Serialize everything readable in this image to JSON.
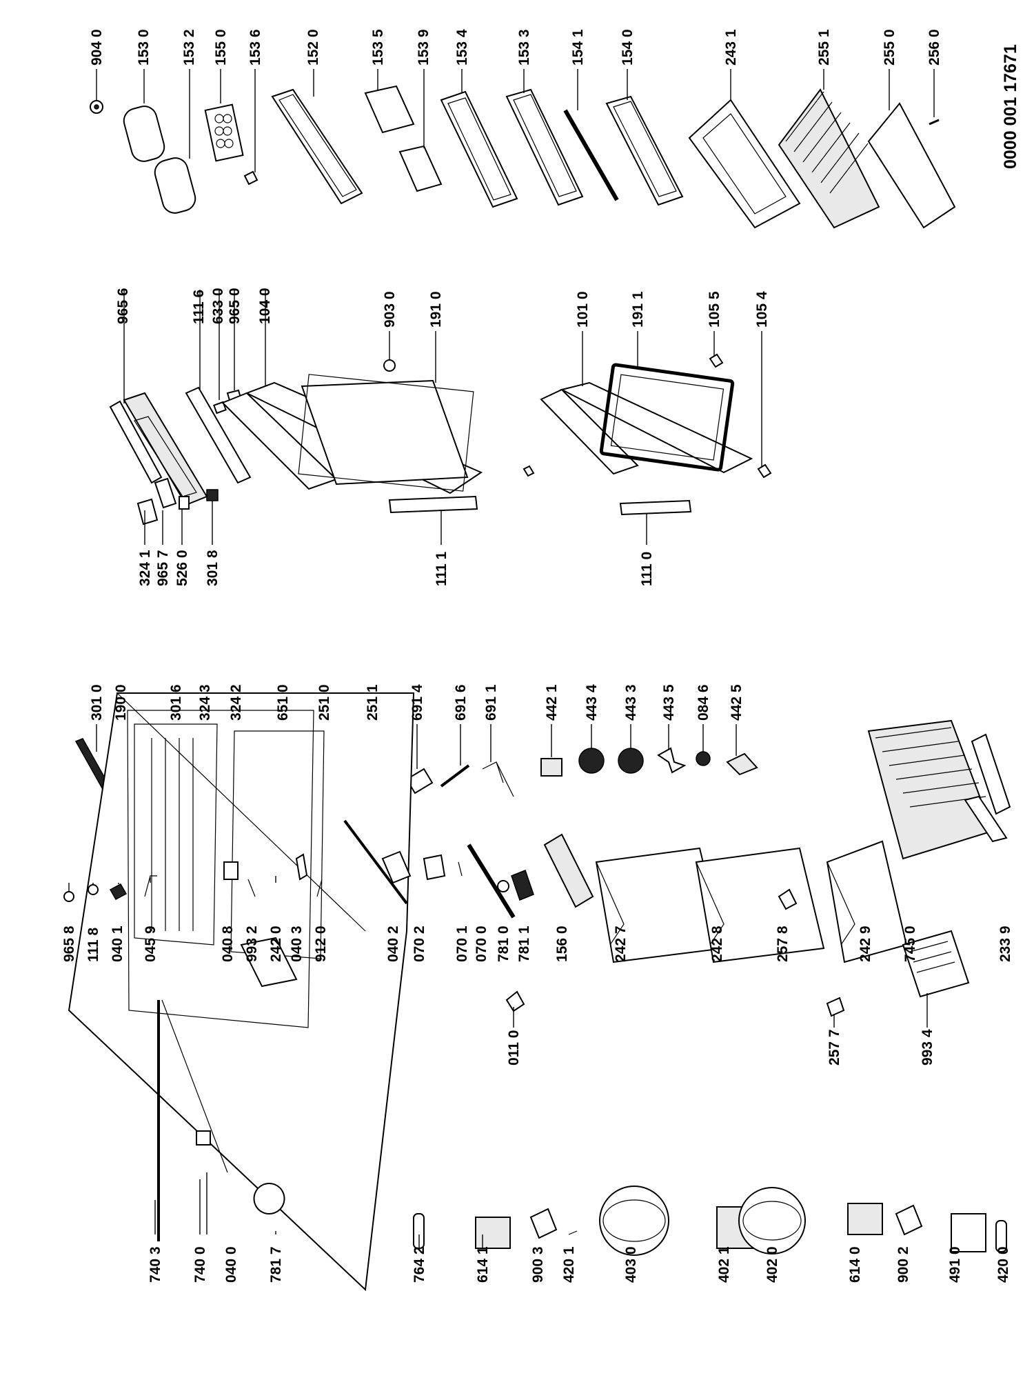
{
  "document_id": "0000 001 17671",
  "labels": {
    "top_904_0": "904 0",
    "top_153_0": "153 0",
    "top_153_2": "153 2",
    "top_155_0": "155 0",
    "top_153_6": "153 6",
    "top_152_0": "152 0",
    "top_153_5": "153 5",
    "top_153_9": "153 9",
    "top_153_4": "153 4",
    "top_153_3": "153 3",
    "top_154_1": "154 1",
    "top_154_0": "154 0",
    "top_243_1": "243 1",
    "top_255_1": "255 1",
    "top_255_0": "255 0",
    "top_256_0": "256 0",
    "door_965_6": "965 6",
    "door_111_6": "111 6",
    "door_633_0": "633 0",
    "door_965_0": "965 0",
    "door_104_0": "104 0",
    "door_903_0": "903 0",
    "door_191_0": "191 0",
    "door_101_0": "101 0",
    "door_191_1": "191 1",
    "door_105_5": "105 5",
    "door_105_4": "105 4",
    "door_324_1": "324 1",
    "door_965_7": "965 7",
    "door_526_0": "526 0",
    "door_301_8": "301 8",
    "door_111_1": "111 1",
    "door_111_0": "111 0",
    "mid_301_0": "301 0",
    "mid_190_0": "190 0",
    "mid_301_6": "301 6",
    "mid_324_3": "324 3",
    "mid_324_2": "324 2",
    "mid_651_0": "651 0",
    "mid_251_0": "251 0",
    "mid_251_1": "251 1",
    "mid_691_4": "691 4",
    "mid_691_6": "691 6",
    "mid_691_1": "691 1",
    "mid_442_1": "442 1",
    "mid_443_4": "443 4",
    "mid_443_3": "443 3",
    "mid_443_5": "443 5",
    "mid_084_6": "084 6",
    "mid_442_5": "442 5",
    "cab_965_8": "965 8",
    "cab_111_8": "111 8",
    "cab_040_1": "040 1",
    "cab_045_9": "045 9",
    "cab_040_8": "040 8",
    "cab_993_2": "993 2",
    "cab_242_0": "242 0",
    "cab_040_3": "040 3",
    "cab_912_0": "912 0",
    "cab_040_2": "040 2",
    "cab_070_2": "070 2",
    "cab_070_1": "070 1",
    "cab_070_0": "070 0",
    "cab_781_0": "781 0",
    "cab_781_1": "781 1",
    "cab_156_0": "156 0",
    "cab_242_7": "242 7",
    "cab_242_8": "242 8",
    "cab_257_8": "257 8",
    "cab_242_9": "242 9",
    "cab_745_0": "745 0",
    "cab_233_9": "233 9",
    "cab_011_0": "011 0",
    "cab_257_7": "257 7",
    "cab_993_4": "993 4",
    "bot_740_3": "740 3",
    "bot_740_0": "740 0",
    "bot_040_0": "040 0",
    "bot_781_7": "781 7",
    "bot_764_2": "764 2",
    "bot_614_1": "614 1",
    "bot_900_3": "900 3",
    "bot_420_1": "420 1",
    "bot_403_0": "403 0",
    "bot_402_1": "402 1",
    "bot_402_0": "402 0",
    "bot_614_0": "614 0",
    "bot_900_2": "900 2",
    "bot_491_0": "491 0",
    "bot_420_0": "420 0"
  }
}
